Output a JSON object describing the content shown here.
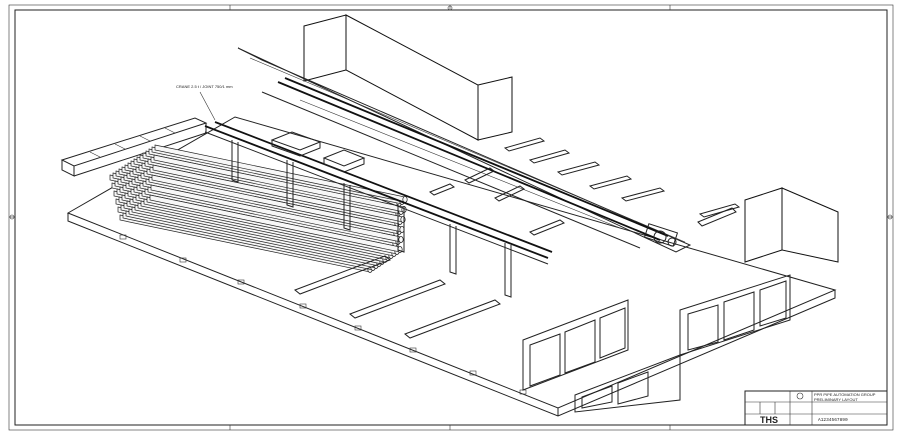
{
  "drawing": {
    "callout_label": "CRANE 2.5 t / JOINT 750/1 mm",
    "title_block": {
      "title_line1": "PPR PIPE AUTOMATION GROUP",
      "title_line2": "PRELIMINARY LAYOUT",
      "company_logo": "THS",
      "drawing_number": "A1234567890"
    }
  },
  "colors": {
    "line": "#222222",
    "paper": "#ffffff"
  }
}
